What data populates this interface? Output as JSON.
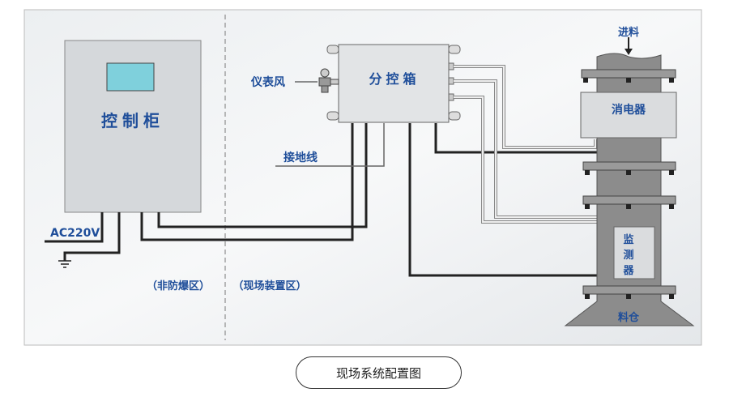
{
  "labels": {
    "control_cabinet": "控制柜",
    "branch_box": "分控箱",
    "instrument_air": "仪表风",
    "ground_wire": "接地线",
    "power": "AC220V",
    "non_explosion_zone": "（非防爆区）",
    "field_zone": "（现场装置区）",
    "feed_in": "进料",
    "eliminator": "消电器",
    "monitor": [
      "监",
      "测",
      "器"
    ],
    "silo": "料仓"
  },
  "caption": "现场系统配置图",
  "colors": {
    "text": "#1f4e9a",
    "screen": "#7fd0dc",
    "column": "#8c8c8c"
  }
}
